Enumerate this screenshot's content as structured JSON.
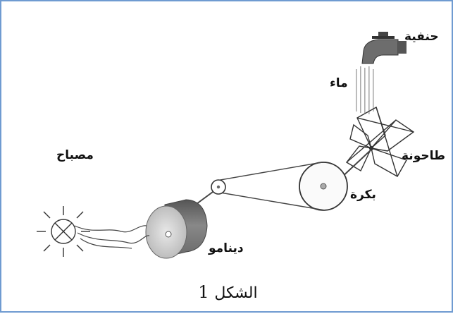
{
  "labels": {
    "tap": "حنفية",
    "water": "ماء",
    "mill": "طاحونة",
    "pulley": "بكرة",
    "lamp": "مصباح",
    "dynamo": "دينامو"
  },
  "caption": {
    "text": "الشكل",
    "number": "1"
  }
}
